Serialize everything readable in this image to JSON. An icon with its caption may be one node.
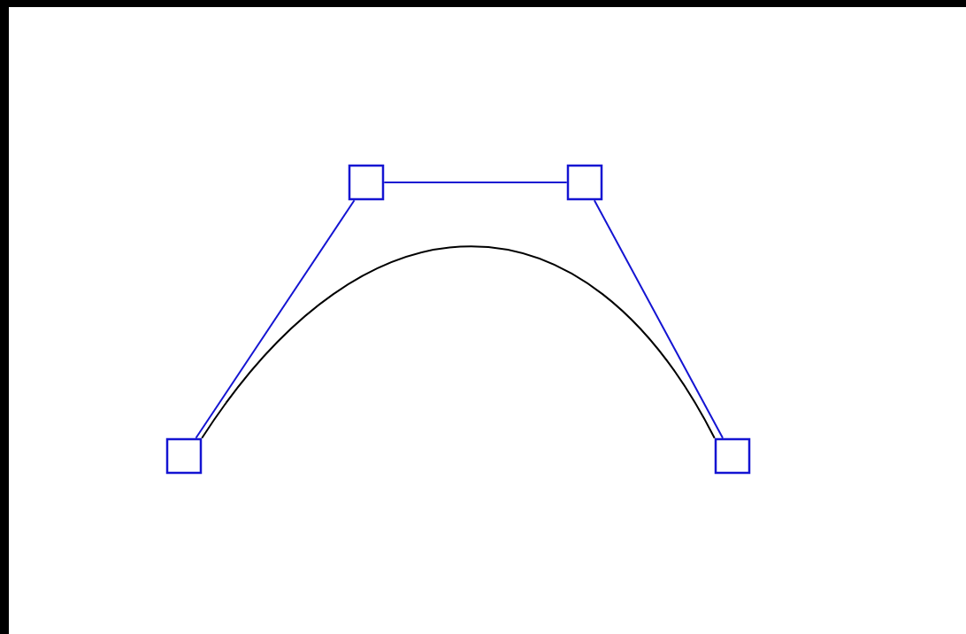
{
  "diagram": {
    "nodes": [
      {
        "text": [],
        "shape": "box"
      },
      {
        "text": [],
        "shape": "box"
      },
      {
        "text": [],
        "shape": "box"
      },
      {
        "text": [],
        "shape": "box"
      }
    ],
    "edges": [
      {
        "from": 0,
        "to": 1,
        "arrow": "none"
      },
      {
        "from": 1,
        "to": 2,
        "arrow": "none"
      },
      {
        "from": 2,
        "to": 3,
        "arrow": "none"
      },
      {
        "from": 0,
        "to": 3,
        "arrow": "none",
        "color": "#000000"
      }
    ]
  }
}
